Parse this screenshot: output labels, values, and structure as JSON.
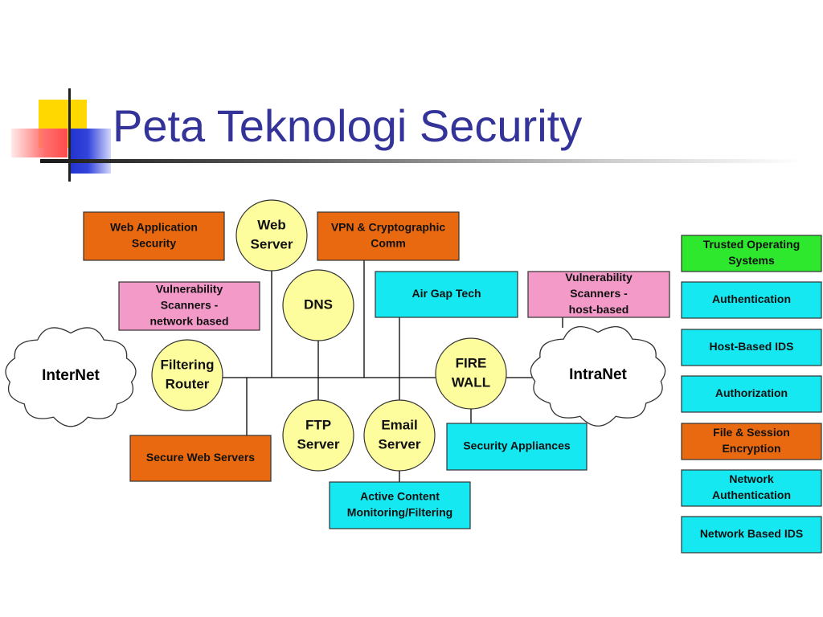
{
  "title": "Peta Teknologi Security",
  "colors": {
    "title": "#333399",
    "orange": "#e8690f",
    "pink": "#f39ac9",
    "cyan": "#15e8f0",
    "green": "#2ee82e",
    "circle": "#fdfd9e",
    "cloud": "#ffffff"
  },
  "nodes": {
    "web_app_security": {
      "lines": [
        "Web Application",
        "Security"
      ]
    },
    "web_server": {
      "lines": [
        "Web",
        "Server"
      ]
    },
    "vpn": {
      "lines": [
        "VPN & Cryptographic",
        "Comm"
      ]
    },
    "vuln_network": {
      "lines": [
        "Vulnerability",
        "Scanners -",
        "network based"
      ]
    },
    "dns": {
      "lines": [
        "DNS"
      ]
    },
    "air_gap": {
      "lines": [
        "Air Gap Tech"
      ]
    },
    "vuln_host": {
      "lines": [
        "Vulnerability",
        "Scanners -",
        "host-based"
      ]
    },
    "internet": {
      "lines": [
        "InterNet"
      ]
    },
    "filtering_router": {
      "lines": [
        "Filtering",
        "Router"
      ]
    },
    "firewall": {
      "lines": [
        "FIRE",
        "WALL"
      ]
    },
    "intranet": {
      "lines": [
        "IntraNet"
      ]
    },
    "secure_web_servers": {
      "lines": [
        "Secure Web Servers"
      ]
    },
    "ftp_server": {
      "lines": [
        "FTP",
        "Server"
      ]
    },
    "email_server": {
      "lines": [
        "Email",
        "Server"
      ]
    },
    "security_appliances": {
      "lines": [
        "Security Appliances"
      ]
    },
    "active_content": {
      "lines": [
        "Active Content",
        "Monitoring/Filtering"
      ]
    }
  },
  "host_technologies": [
    {
      "lines": [
        "Trusted Operating",
        "Systems"
      ],
      "color": "green"
    },
    {
      "lines": [
        "Authentication"
      ],
      "color": "cyan"
    },
    {
      "lines": [
        "Host-Based IDS"
      ],
      "color": "cyan"
    },
    {
      "lines": [
        "Authorization"
      ],
      "color": "cyan"
    },
    {
      "lines": [
        "File & Session",
        "Encryption"
      ],
      "color": "orange"
    },
    {
      "lines": [
        "Network",
        "Authentication"
      ],
      "color": "cyan"
    },
    {
      "lines": [
        "Network Based IDS"
      ],
      "color": "cyan"
    }
  ]
}
